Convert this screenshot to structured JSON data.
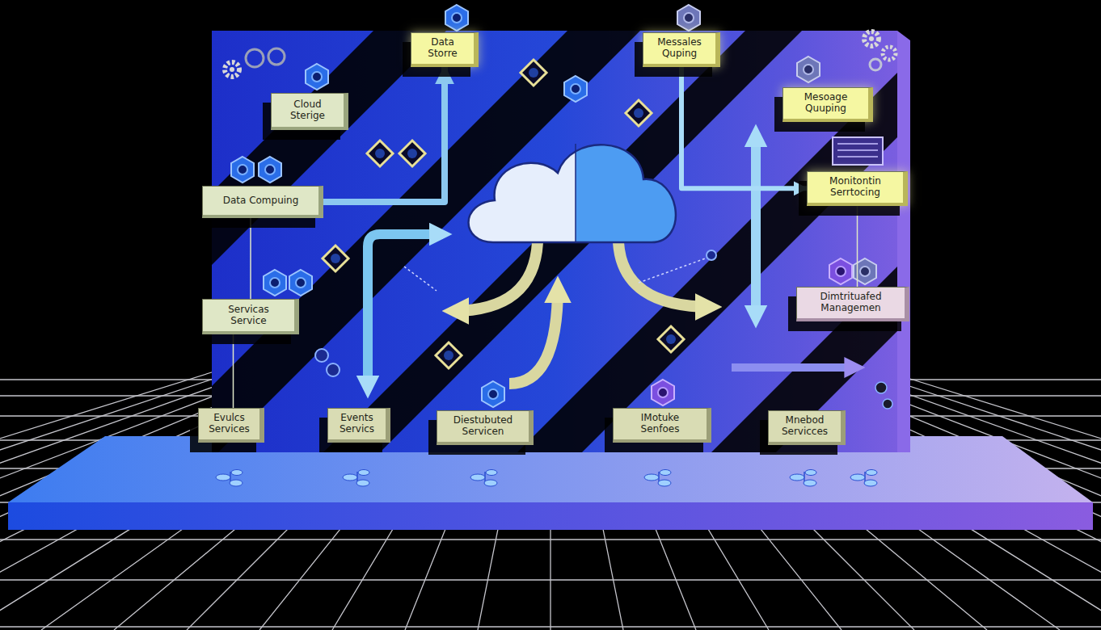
{
  "diagram": {
    "nodes": [
      {
        "text": [
          "Data Storre"
        ]
      },
      {
        "text": [
          "Messales Quping"
        ]
      },
      {
        "text": [
          "Cloud Sterige"
        ]
      },
      {
        "text": [
          "Mesoage Quuping"
        ]
      },
      {
        "text": [
          "Data Compuing"
        ]
      },
      {
        "text": [
          "Monitontin Serrtocing"
        ]
      },
      {
        "text": [
          "Servicas Service"
        ]
      },
      {
        "text": [
          "Dimtrituafed Managemen"
        ]
      },
      {
        "text": [
          "Evulcs Services"
        ]
      },
      {
        "text": [
          "Events Servics"
        ]
      },
      {
        "text": [
          "Diestubuted Servicen"
        ]
      },
      {
        "text": [
          "IMotuke Senfoes"
        ]
      },
      {
        "text": [
          "Mnebod Servicces"
        ]
      }
    ],
    "edges": [
      {
        "from": 4,
        "to": 0,
        "arrow": "to"
      },
      {
        "from": 4,
        "to": 6,
        "arrow": "none"
      },
      {
        "from": 6,
        "to": 8,
        "arrow": "none"
      },
      {
        "from": 1,
        "to": 5,
        "arrow": "to"
      },
      {
        "from": 5,
        "to": 7,
        "arrow": "none"
      }
    ]
  }
}
